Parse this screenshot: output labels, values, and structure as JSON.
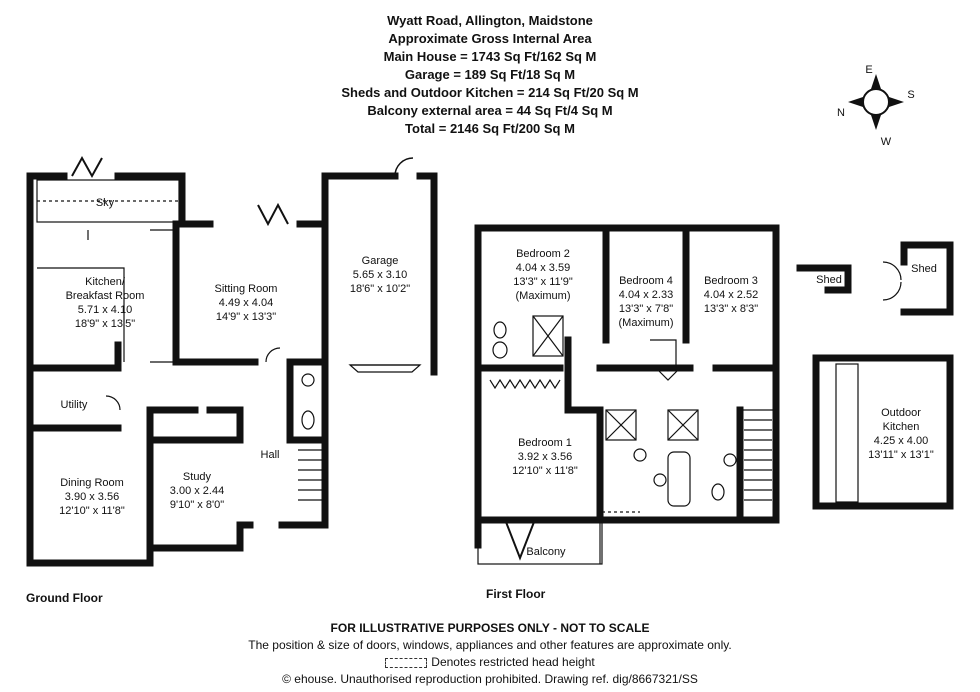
{
  "header": {
    "address": "Wyatt Road, Allington, Maidstone",
    "area_title": "Approximate Gross Internal Area",
    "main_house": "Main House = 1743 Sq Ft/162 Sq M",
    "garage": "Garage = 189 Sq Ft/18 Sq M",
    "sheds": "Sheds and Outdoor Kitchen = 214 Sq Ft/20 Sq M",
    "balcony": "Balcony external area = 44 Sq Ft/4 Sq M",
    "total": "Total = 2146 Sq Ft/200 Sq M"
  },
  "compass": {
    "n": "N",
    "e": "E",
    "s": "S",
    "w": "W"
  },
  "floors": {
    "ground": "Ground Floor",
    "first": "First Floor"
  },
  "rooms": {
    "sky": "Sky",
    "kitchen_1": "Kitchen/",
    "kitchen_2": "Breakfast Room",
    "kitchen_3": "5.71 x 4.10",
    "kitchen_4": "18'9\" x 13'5\"",
    "sitting_1": "Sitting Room",
    "sitting_2": "4.49 x 4.04",
    "sitting_3": "14'9\" x 13'3\"",
    "garage_1": "Garage",
    "garage_2": "5.65 x 3.10",
    "garage_3": "18'6\" x 10'2\"",
    "utility": "Utility",
    "dining_1": "Dining Room",
    "dining_2": "3.90 x 3.56",
    "dining_3": "12'10\" x 11'8\"",
    "study_1": "Study",
    "study_2": "3.00 x 2.44",
    "study_3": "9'10\" x 8'0\"",
    "hall": "Hall",
    "bed2_1": "Bedroom 2",
    "bed2_2": "4.04 x 3.59",
    "bed2_3": "13'3\" x 11'9\"",
    "bed2_4": "(Maximum)",
    "bed4_1": "Bedroom 4",
    "bed4_2": "4.04 x 2.33",
    "bed4_3": "13'3\" x 7'8\"",
    "bed4_4": "(Maximum)",
    "bed3_1": "Bedroom 3",
    "bed3_2": "4.04 x 2.52",
    "bed3_3": "13'3\" x 8'3\"",
    "bed1_1": "Bedroom 1",
    "bed1_2": "3.92 x 3.56",
    "bed1_3": "12'10\" x 11'8\"",
    "balcony": "Balcony",
    "shed_a": "Shed",
    "shed_b": "Shed",
    "outdoor_1": "Outdoor",
    "outdoor_2": "Kitchen",
    "outdoor_3": "4.25 x 4.00",
    "outdoor_4": "13'11\" x 13'1\""
  },
  "footer": {
    "disclaimer": "FOR ILLUSTRATIVE PURPOSES ONLY - NOT TO SCALE",
    "note": "The position & size of doors, windows, appliances and other features are approximate only.",
    "legend": "Denotes restricted head height",
    "copyright": "© ehouse. Unauthorised reproduction prohibited. Drawing ref. dig/8667321/SS"
  }
}
